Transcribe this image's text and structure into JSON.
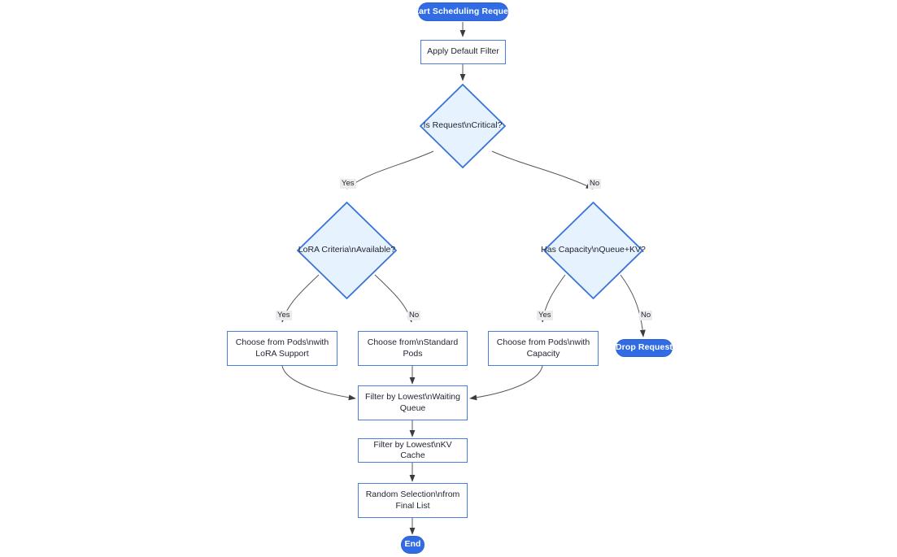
{
  "diagram": {
    "type": "flowchart",
    "orientation": "top-down",
    "title": "",
    "colors": {
      "terminal_fill": "#326ce5",
      "terminal_text": "#ffffff",
      "process_fill": "#ffffff",
      "process_border": "#4a7fe0",
      "decision_fill": "#e6f2fd",
      "decision_border": "#3874d8",
      "edge_stroke": "#55575c",
      "edge_label_bg": "#ececec",
      "text": "#1f2330",
      "background": "#ffffff"
    },
    "nodes": {
      "start": {
        "label": "Start Scheduling Request",
        "shape": "stadium"
      },
      "apply_default_filter": {
        "label": "Apply Default Filter",
        "shape": "rect"
      },
      "is_request_critical": {
        "label": "Is Request\\nCritical?",
        "shape": "diamond"
      },
      "lora_criteria_available": {
        "label": "LoRA Criteria\\nAvailable?",
        "shape": "diamond"
      },
      "has_capacity": {
        "label": "Has Capacity\\nQueue+KV?",
        "shape": "diamond"
      },
      "choose_lora_pods": {
        "label": "Choose from Pods\\nwith",
        "label_line2": "LoRA Support",
        "shape": "rect"
      },
      "choose_standard_pods": {
        "label": "Choose from\\nStandard",
        "label_line2": "Pods",
        "shape": "rect"
      },
      "choose_capacity_pods": {
        "label": "Choose from Pods\\nwith",
        "label_line2": "Capacity",
        "shape": "rect"
      },
      "drop_request": {
        "label": "Drop Request",
        "shape": "stadium"
      },
      "filter_waiting_queue": {
        "label": "Filter by Lowest\\nWaiting",
        "label_line2": "Queue",
        "shape": "rect"
      },
      "filter_kv_cache": {
        "label": "Filter by Lowest\\nKV Cache",
        "shape": "rect"
      },
      "random_selection": {
        "label": "Random Selection\\nfrom",
        "label_line2": "Final List",
        "shape": "rect"
      },
      "end": {
        "label": "End",
        "shape": "stadium"
      }
    },
    "edge_labels": {
      "critical_yes": "Yes",
      "critical_no": "No",
      "lora_yes": "Yes",
      "lora_no": "No",
      "capacity_yes": "Yes",
      "capacity_no": "No"
    },
    "edges": [
      {
        "from": "start",
        "to": "apply_default_filter",
        "label": ""
      },
      {
        "from": "apply_default_filter",
        "to": "is_request_critical",
        "label": ""
      },
      {
        "from": "is_request_critical",
        "to": "lora_criteria_available",
        "label": "Yes"
      },
      {
        "from": "is_request_critical",
        "to": "has_capacity",
        "label": "No"
      },
      {
        "from": "lora_criteria_available",
        "to": "choose_lora_pods",
        "label": "Yes"
      },
      {
        "from": "lora_criteria_available",
        "to": "choose_standard_pods",
        "label": "No"
      },
      {
        "from": "has_capacity",
        "to": "choose_capacity_pods",
        "label": "Yes"
      },
      {
        "from": "has_capacity",
        "to": "drop_request",
        "label": "No"
      },
      {
        "from": "choose_lora_pods",
        "to": "filter_waiting_queue",
        "label": ""
      },
      {
        "from": "choose_standard_pods",
        "to": "filter_waiting_queue",
        "label": ""
      },
      {
        "from": "choose_capacity_pods",
        "to": "filter_waiting_queue",
        "label": ""
      },
      {
        "from": "filter_waiting_queue",
        "to": "filter_kv_cache",
        "label": ""
      },
      {
        "from": "filter_kv_cache",
        "to": "random_selection",
        "label": ""
      },
      {
        "from": "random_selection",
        "to": "end",
        "label": ""
      }
    ]
  }
}
